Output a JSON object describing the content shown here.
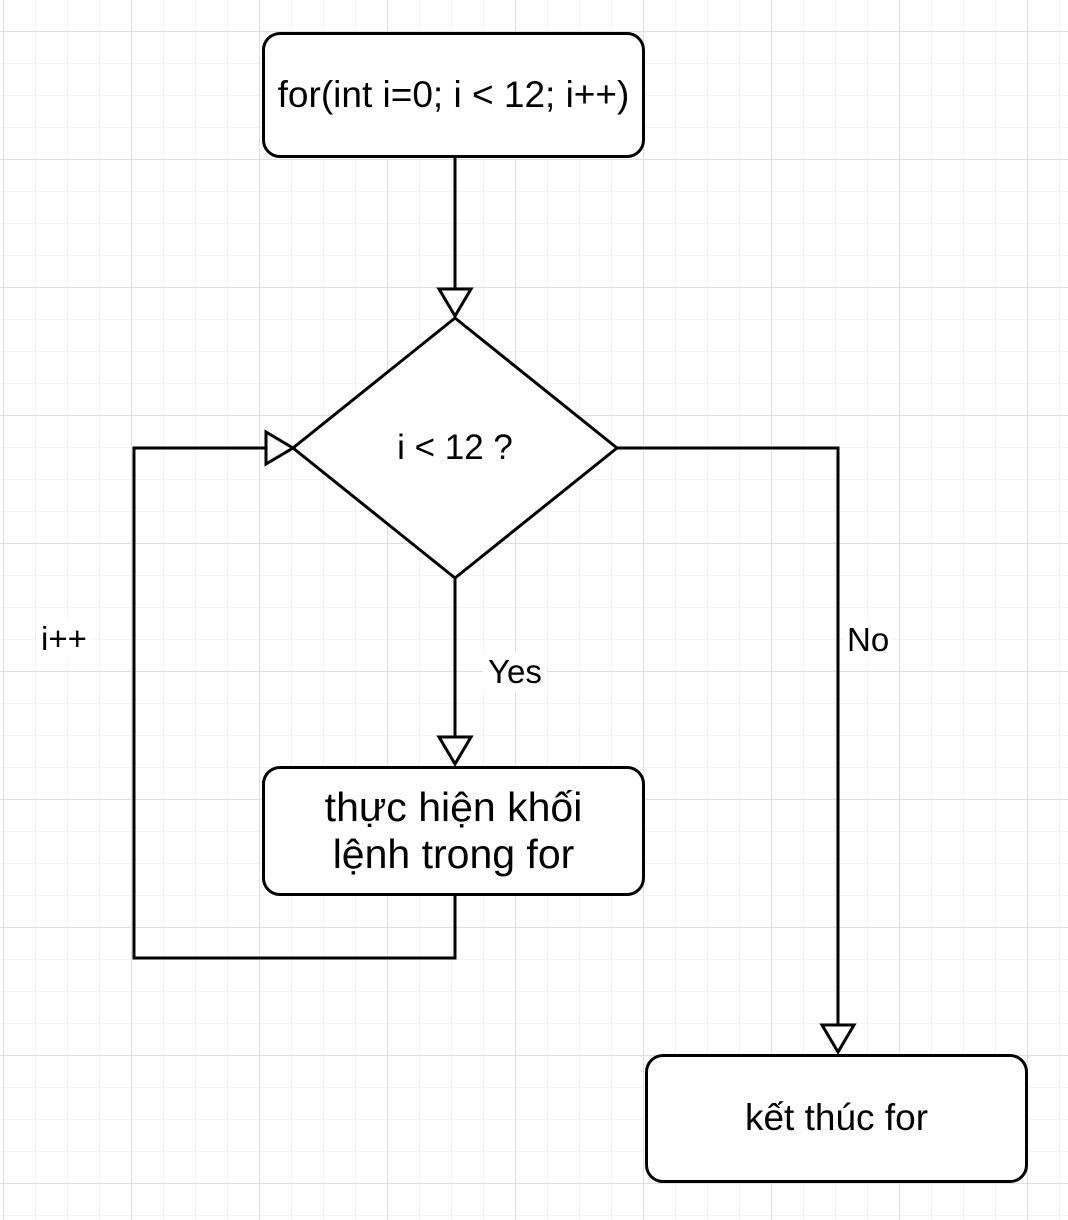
{
  "canvas": {
    "background": "#ffffff",
    "grid_minor_color": "#f3f3f3",
    "grid_major_color": "#dfdfdf",
    "stroke_color": "#000000",
    "node_fill": "#ffffff",
    "text_color": "#000000"
  },
  "nodes": {
    "init": {
      "label": "for(int i=0; i < 12; i++)"
    },
    "condition": {
      "label": "i < 12 ?"
    },
    "body": {
      "line1": "thực hiện khối",
      "line2": "lệnh trong for"
    },
    "end": {
      "label": "kết thúc for"
    }
  },
  "edges": {
    "yes_label": "Yes",
    "no_label": "No",
    "increment_label": "i++"
  }
}
